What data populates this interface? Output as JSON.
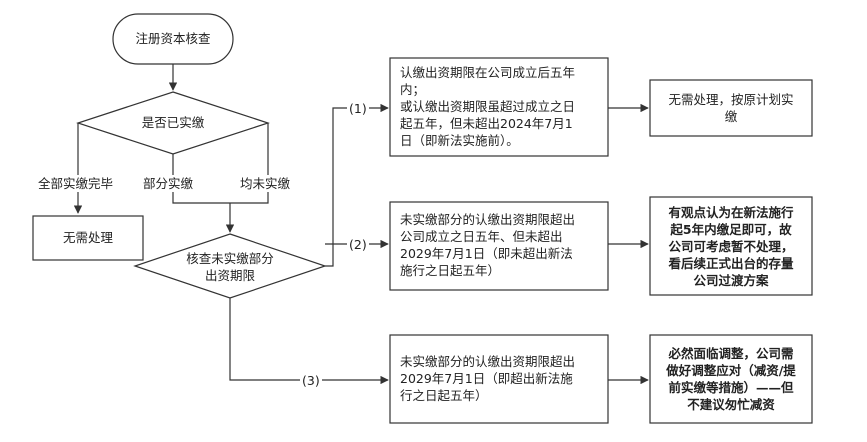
{
  "start": {
    "label": "注册资本核查"
  },
  "decision1": {
    "label": "是否已实缴"
  },
  "branches": {
    "all_paid": "全部实缴完毕",
    "partial_paid": "部分实缴",
    "none_paid": "均未实缴"
  },
  "end_no_action": {
    "label": "无需处理"
  },
  "decision2": {
    "line1": "核查未实缴部分",
    "line2": "出资期限"
  },
  "cases": [
    {
      "marker": "(1)",
      "condition_lines": [
        "认缴出资期限在公司成立后五年",
        "内；",
        "或认缴出资期限虽超过成立之日",
        "起五年，但未超出2024年7月1",
        "日（即新法实施前）。"
      ],
      "result_lines": [
        "无需处理，按原计划实",
        "缴"
      ]
    },
    {
      "marker": "(2)",
      "condition_lines": [
        "未实缴部分的认缴出资期限超出",
        "公司成立之日五年、但未超出",
        "2029年7月1日（即未超出新法",
        "施行之日起五年）"
      ],
      "result_lines": [
        "有观点认为在新法施行",
        "起5年内缴足即可，故",
        "公司可考虑暂不处理，",
        "看后续正式出台的存量",
        "公司过渡方案"
      ]
    },
    {
      "marker": "(3)",
      "condition_lines": [
        "未实缴部分的认缴出资期限超出",
        "2029年7月1日（即超出新法施",
        "行之日起五年）"
      ],
      "result_lines": [
        "必然面临调整，公司需",
        "做好调整应对（减资/提",
        "前实缴等措施）——但",
        "不建议匆忙减资"
      ]
    }
  ]
}
